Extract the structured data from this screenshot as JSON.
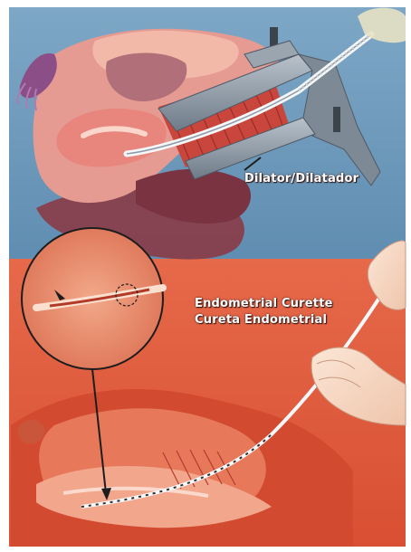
{
  "labels": {
    "dilator": "Dilator/Dilatador",
    "curette_en": "Endometrial Curette",
    "curette_es": "Cureta Endometrial"
  },
  "colors": {
    "sky_blue": "#6f9bbd",
    "coral_red": "#e0603f",
    "tissue_pink": "#e58d8a",
    "muscle_red": "#c2423a",
    "instrument_gray": "#8e9aa6"
  }
}
